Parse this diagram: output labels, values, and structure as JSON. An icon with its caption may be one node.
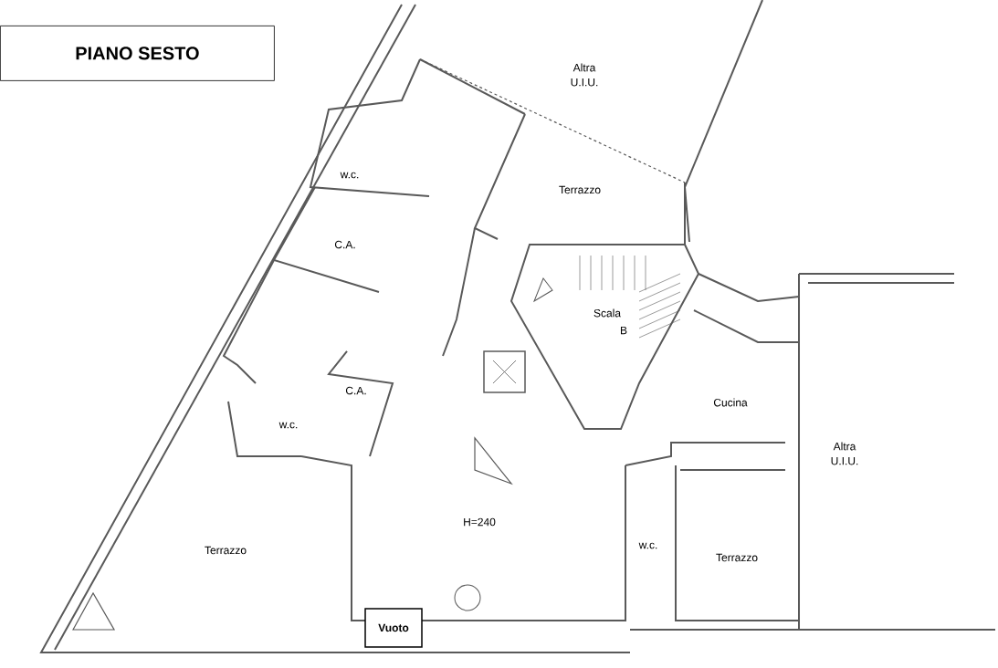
{
  "diagram": {
    "title": "PIANO SESTO",
    "nodes": [
      {
        "text": [
          "Vuoto"
        ]
      }
    ],
    "labels": [
      "Altra U.I.U.",
      "w.c.",
      "Terrazzo",
      "C.A.",
      "Scala",
      "B",
      "C.A.",
      "Cucina",
      "w.c.",
      "Altra U.I.U.",
      "H=240",
      "Terrazzo",
      "w.c.",
      "Terrazzo"
    ]
  }
}
